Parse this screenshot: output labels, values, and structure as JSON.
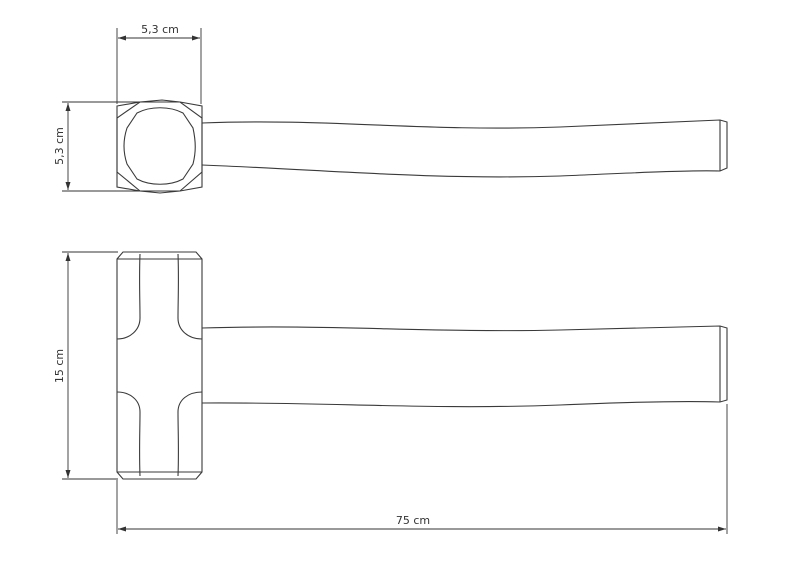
{
  "drawing": {
    "subject": "sledgehammer",
    "dimensions": {
      "head_width": "5,3 cm",
      "head_depth": "5,3 cm",
      "head_length": "15 cm",
      "total_length": "75 cm"
    }
  }
}
